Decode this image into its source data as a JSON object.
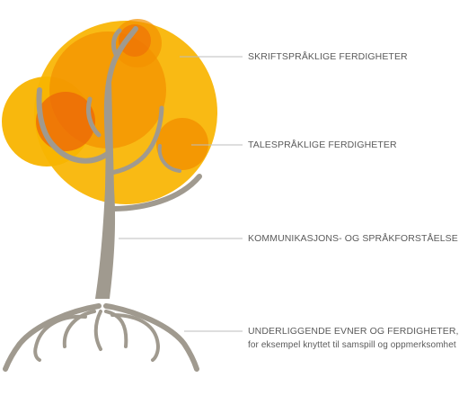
{
  "labels": {
    "written_language": "SKRIFTSPRÅKLIGE FERDIGHETER",
    "spoken_language": "TALESPRÅKLIGE FERDIGHETER",
    "comprehension": "KOMMUNIKASJONS- OG SPRÅKFORSTÅELSE",
    "underlying_title": "UNDERLIGGENDE EVNER OG FERDIGHETER,",
    "underlying_sub": "for eksempel knyttet til samspill og oppmerksomhet"
  },
  "colors": {
    "leaf_yellow": "#f8b400",
    "leaf_orange": "#f39200",
    "leaf_dark_orange": "#ec6608",
    "trunk": "#a09a8f",
    "connector_line": "#bdbdbd",
    "text": "#5a5a5a",
    "background": "#ffffff"
  }
}
